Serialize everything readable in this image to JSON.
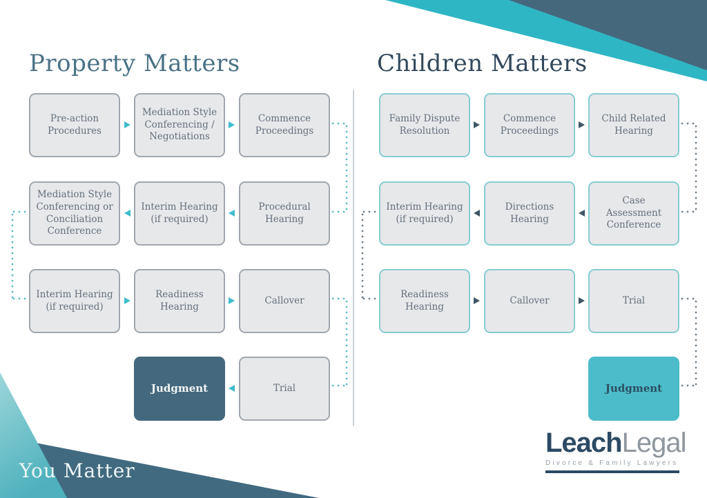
{
  "property": {
    "title": "Property Matters",
    "boxes": {
      "r1c1": "Pre-action Procedures",
      "r1c2": "Mediation Style Conferencing / Negotiations",
      "r1c3": "Commence Proceedings",
      "r2c1": "Mediation Style Conferencing or Conciliation Conference",
      "r2c2": "Interim Hearing (if required)",
      "r2c3": "Procedural Hearing",
      "r3c1": "Interim Hearing (if required)",
      "r3c2": "Readiness Hearing",
      "r3c3": "Callover",
      "judgment": "Judgment",
      "trial": "Trial"
    }
  },
  "children": {
    "title": "Children Matters",
    "boxes": {
      "r1c1": "Family Dispute Resolution",
      "r1c2": "Commence Proceedings",
      "r1c3": "Child Related Hearing",
      "r2c1": "Interim Hearing (if required)",
      "r2c2": "Directions Hearing",
      "r2c3": "Case Assessment Conference",
      "r3c1": "Readiness Hearing",
      "r3c2": "Callover",
      "r3c3": "Trial",
      "judgment": "Judgment"
    }
  },
  "footer": {
    "you_matter": "You Matter"
  },
  "logo": {
    "primary": "Leach",
    "secondary": "Legal",
    "subtitle": "Divorce & Family Lawyers"
  },
  "colors": {
    "accent_teal": "#3ebccb",
    "dark_slate": "#45687d",
    "box_fill": "#e7e8ea",
    "property_box_border": "#a0a6ad",
    "children_box_border": "#85ccd3",
    "property_judgment_fill": "#44697e",
    "children_judgment_fill": "#4cbccb",
    "heading_property": "#4a7286",
    "heading_children": "#32485c"
  }
}
